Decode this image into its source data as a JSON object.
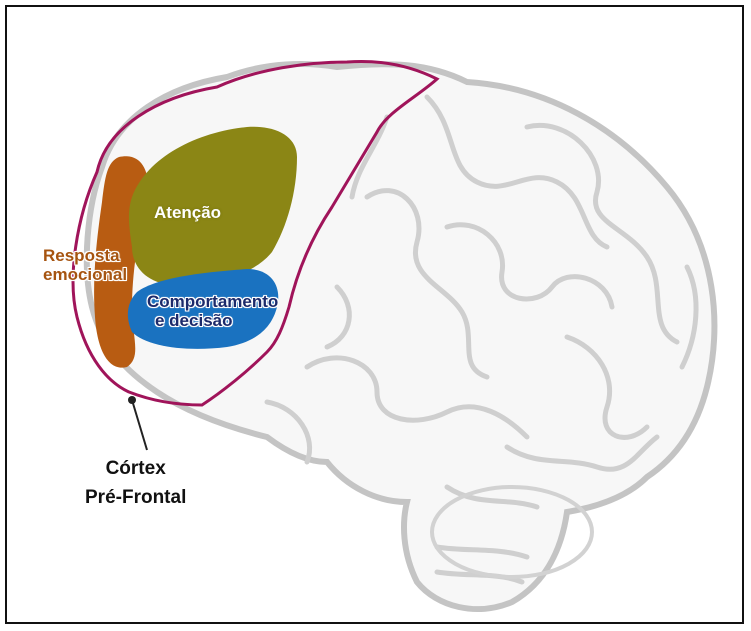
{
  "diagram": {
    "regions": [
      {
        "label_lines": [
          "Atenção"
        ],
        "color": "#8b8615"
      },
      {
        "label_lines": [
          "Comportamento",
          "e decisão"
        ],
        "color": "#1a72c0"
      },
      {
        "label_lines": [
          "Resposta",
          "emocional"
        ],
        "color": "#b85c12"
      }
    ],
    "cortex_label_lines": [
      "Córtex",
      "Pré-Frontal"
    ],
    "outline_color": "#a0145a",
    "brain_stroke_color": "#c9c9c9"
  }
}
